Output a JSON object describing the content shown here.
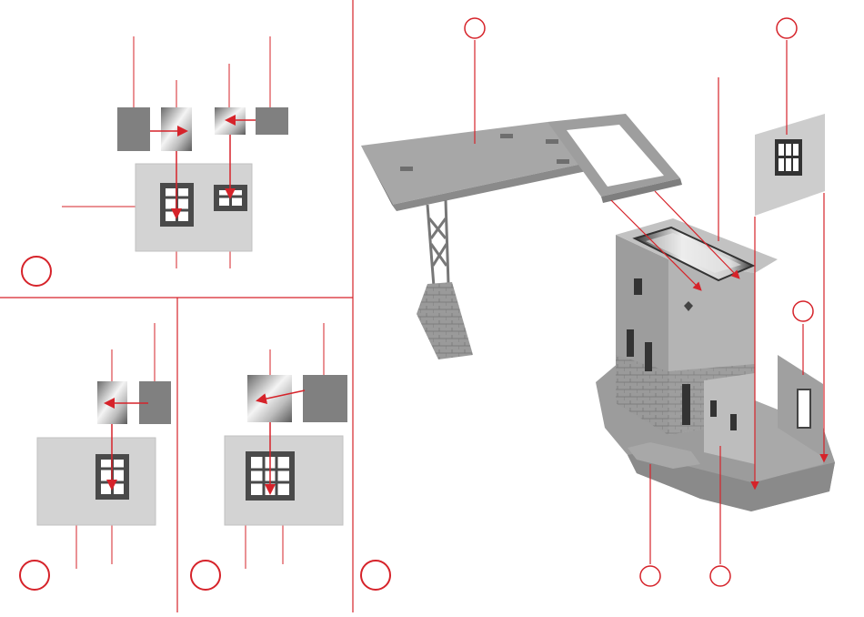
{
  "colors": {
    "accent_red": "#d6232a",
    "part_gray": "#8a8a8a",
    "part_dark": "#555555",
    "wall_light": "#d2d2d2",
    "background": "#ffffff"
  },
  "panels": [
    {
      "id": "step-1",
      "parts": [
        "window-pane-dark",
        "window-glass",
        "window-glass-small",
        "window-pane-small"
      ],
      "step_marker": ""
    },
    {
      "id": "step-2",
      "parts": [
        "window-glass",
        "window-pane-dark"
      ],
      "step_marker": ""
    },
    {
      "id": "step-3",
      "parts": [
        "window-glass-large",
        "window-pane-large"
      ],
      "step_marker": ""
    },
    {
      "id": "step-4",
      "parts": [
        "roof-platform",
        "tower-building",
        "side-wall-panel",
        "annex-wall"
      ],
      "step_marker": ""
    }
  ],
  "part_callouts": [
    "",
    "",
    "",
    "",
    "",
    ""
  ],
  "icons": [
    "window-pane-icon",
    "glass-pane-icon",
    "roof-icon",
    "tower-icon",
    "wall-icon"
  ]
}
